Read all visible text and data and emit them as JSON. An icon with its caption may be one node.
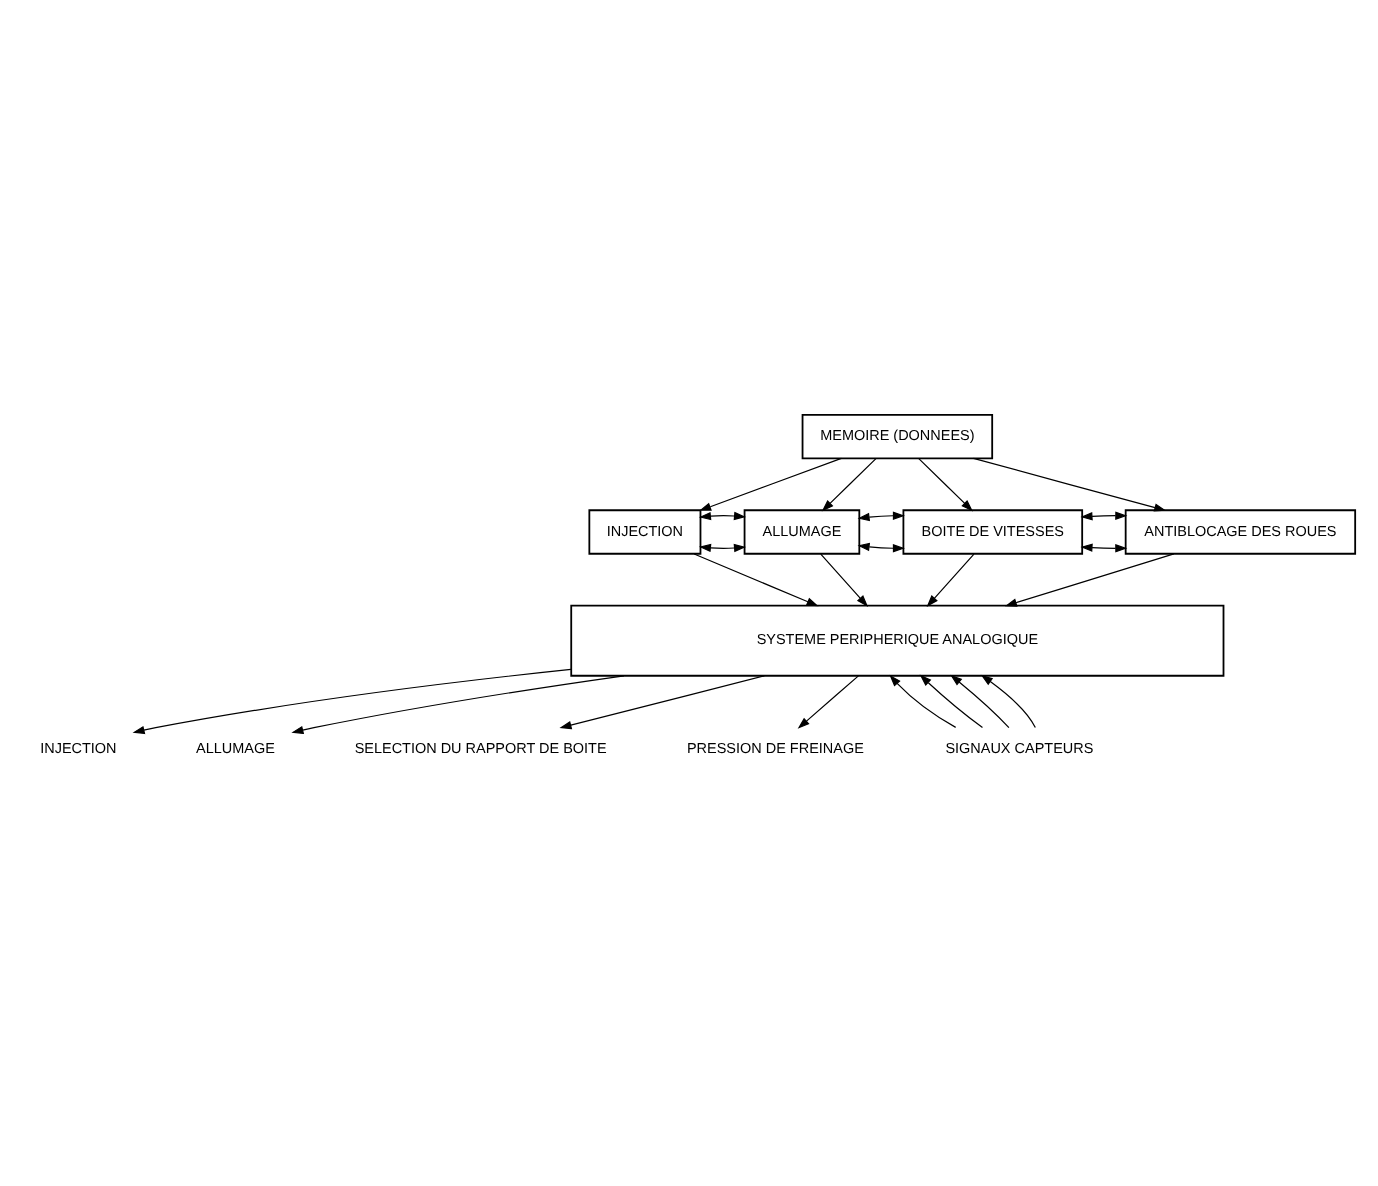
{
  "diagram": {
    "nodes": [
      {
        "text": [
          "MEMOIRE (DONNEES)"
        ]
      },
      {
        "text": [
          "INJECTION"
        ]
      },
      {
        "text": [
          "ALLUMAGE"
        ]
      },
      {
        "text": [
          "BOITE DE VITESSES"
        ]
      },
      {
        "text": [
          "ANTIBLOCAGE DES ROUES"
        ]
      },
      {
        "text": [
          "SYSTEME PERIPHERIQUE ANALOGIQUE"
        ]
      },
      {
        "text": [
          "INJECTION"
        ]
      },
      {
        "text": [
          "ALLUMAGE"
        ]
      },
      {
        "text": [
          "SELECTION DU RAPPORT DE BOITE"
        ]
      },
      {
        "text": [
          "PRESSION DE FREINAGE"
        ]
      },
      {
        "text": [
          "SIGNAUX CAPTEURS"
        ]
      }
    ],
    "edges": [
      {
        "from": 0,
        "to": 1,
        "arrow": "to"
      },
      {
        "from": 0,
        "to": 2,
        "arrow": "to"
      },
      {
        "from": 0,
        "to": 3,
        "arrow": "to"
      },
      {
        "from": 0,
        "to": 4,
        "arrow": "to"
      },
      {
        "from": 1,
        "to": 2,
        "arrow": "both"
      },
      {
        "from": 2,
        "to": 3,
        "arrow": "both"
      },
      {
        "from": 3,
        "to": 4,
        "arrow": "both"
      },
      {
        "from": 1,
        "to": 2,
        "arrow": "both"
      },
      {
        "from": 2,
        "to": 3,
        "arrow": "both"
      },
      {
        "from": 3,
        "to": 4,
        "arrow": "both"
      },
      {
        "from": 1,
        "to": 5,
        "arrow": "to"
      },
      {
        "from": 2,
        "to": 5,
        "arrow": "to"
      },
      {
        "from": 3,
        "to": 5,
        "arrow": "to"
      },
      {
        "from": 4,
        "to": 5,
        "arrow": "to"
      },
      {
        "from": 5,
        "to": 6,
        "arrow": "to"
      },
      {
        "from": 5,
        "to": 7,
        "arrow": "to"
      },
      {
        "from": 5,
        "to": 8,
        "arrow": "to"
      },
      {
        "from": 5,
        "to": 9,
        "arrow": "to"
      },
      {
        "from": 10,
        "to": 5,
        "arrow": "to"
      },
      {
        "from": 10,
        "to": 5,
        "arrow": "to"
      },
      {
        "from": 10,
        "to": 5,
        "arrow": "to"
      },
      {
        "from": 10,
        "to": 5,
        "arrow": "to"
      }
    ]
  }
}
